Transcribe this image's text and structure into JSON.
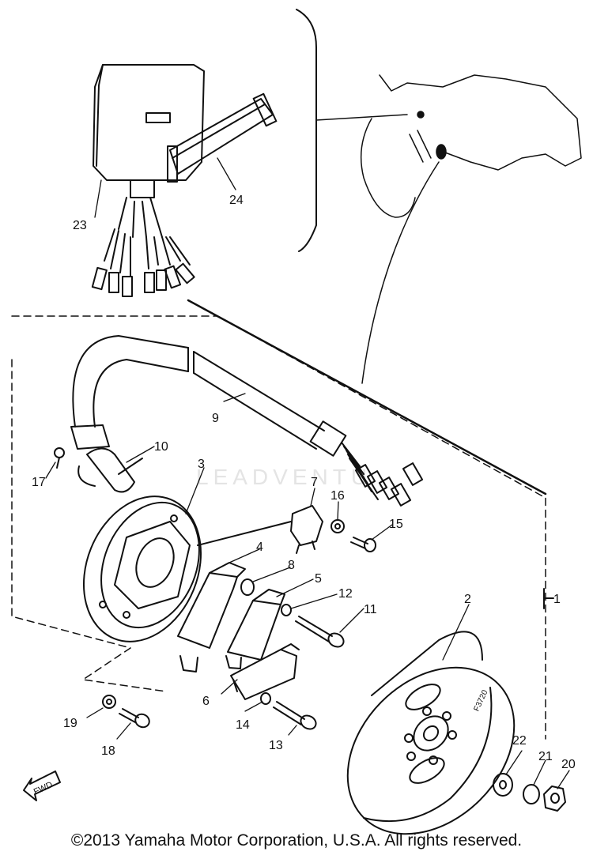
{
  "diagram": {
    "watermark": "LEADVENTU",
    "fwd_label": "FWD",
    "flywheel_code": "F3720",
    "copyright": "©2013 Yamaha Motor Corporation, U.S.A. All rights reserved.",
    "callouts": [
      {
        "id": "1",
        "label": "1"
      },
      {
        "id": "2",
        "label": "2"
      },
      {
        "id": "3",
        "label": "3"
      },
      {
        "id": "4",
        "label": "4"
      },
      {
        "id": "5",
        "label": "5"
      },
      {
        "id": "6",
        "label": "6"
      },
      {
        "id": "7",
        "label": "7"
      },
      {
        "id": "8",
        "label": "8"
      },
      {
        "id": "9",
        "label": "9"
      },
      {
        "id": "10",
        "label": "10"
      },
      {
        "id": "11",
        "label": "11"
      },
      {
        "id": "12",
        "label": "12"
      },
      {
        "id": "13",
        "label": "13"
      },
      {
        "id": "14",
        "label": "14"
      },
      {
        "id": "15",
        "label": "15"
      },
      {
        "id": "16",
        "label": "16"
      },
      {
        "id": "17",
        "label": "17"
      },
      {
        "id": "18",
        "label": "18"
      },
      {
        "id": "19",
        "label": "19"
      },
      {
        "id": "20",
        "label": "20"
      },
      {
        "id": "21",
        "label": "21"
      },
      {
        "id": "22",
        "label": "22"
      },
      {
        "id": "23",
        "label": "23"
      },
      {
        "id": "24",
        "label": "24"
      }
    ]
  }
}
